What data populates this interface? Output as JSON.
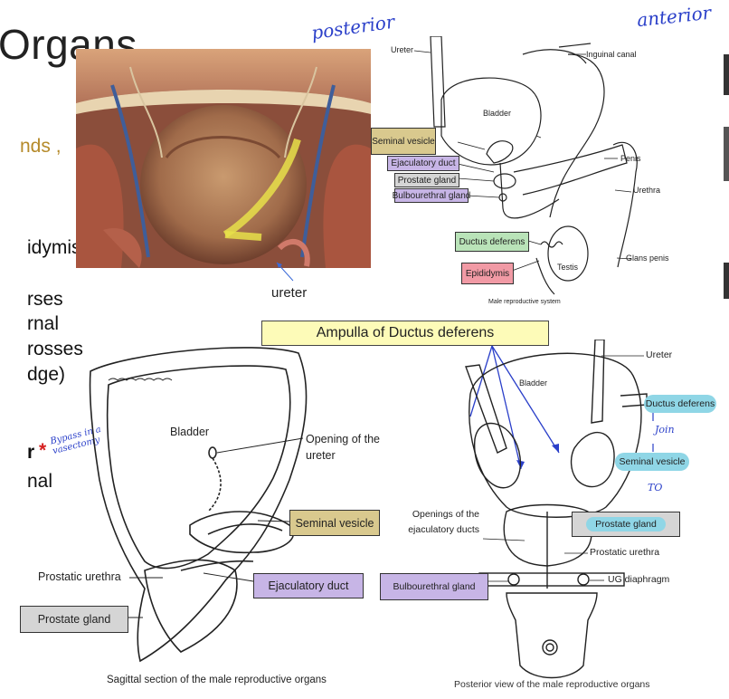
{
  "slide": {
    "title_fragment": "Organs",
    "text_fragments": [
      "nds ,",
      "idymis",
      "rses",
      "rnal",
      "rosses",
      "dge)",
      "r",
      "nal"
    ],
    "asterisk": "*"
  },
  "annotations": {
    "posterior": "posterior",
    "anterior": "anterior",
    "bypass": "Bypass in a vasectomy",
    "join": "Join",
    "to": "TO"
  },
  "photo": {
    "ureter_label": "ureter"
  },
  "top_diagram": {
    "labels": {
      "ureter": "Ureter",
      "inguinal_canal": "Inguinal canal",
      "bladder": "Bladder",
      "penis": "Penis",
      "urethra": "Urethra",
      "glans_penis": "Glans penis",
      "testis": "Testis"
    },
    "boxes": {
      "seminal_vesicle": "Seminal vesicle",
      "ejaculatory_duct": "Ejaculatory duct",
      "prostate_gland": "Prostate gland",
      "bulbourethral_gland": "Bulbourethral gland",
      "ductus_deferens": "Ductus deferens",
      "epididymis": "Epididymis"
    },
    "caption": "Male reproductive system"
  },
  "callout": {
    "ampulla": "Ampulla of Ductus deferens"
  },
  "left_diagram": {
    "labels": {
      "bladder": "Bladder",
      "opening_of_ureter": "Opening of the ureter",
      "prostatic_urethra": "Prostatic urethra"
    },
    "boxes": {
      "seminal_vesicle": "Seminal vesicle",
      "ejaculatory_duct": "Ejaculatory duct",
      "prostate_gland": "Prostate gland"
    },
    "caption": "Sagittal section of the male reproductive organs"
  },
  "right_diagram": {
    "labels": {
      "ureter": "Ureter",
      "bladder": "Bladder",
      "openings_of_ejaculatory_ducts": "Openings of the ejaculatory ducts",
      "prostatic_urethra": "Prostatic urethra",
      "ug_diaphragm": "UG diaphragm"
    },
    "boxes": {
      "ductus_deferens": "Ductus deferens",
      "seminal_vesicle": "Seminal vesicle",
      "prostate_gland": "Prostate gland",
      "bulbourethral_gland": "Bulbourethral gland"
    },
    "caption": "Posterior view of the male reproductive organs"
  },
  "colors": {
    "gold_box": "#d9c98e",
    "purple_box": "#c7b5e6",
    "gray_box": "#d5d5d5",
    "green_box": "#b9e3b8",
    "pink_box": "#f19aa5",
    "highlight_yellow": "#fdfbb8",
    "teal_highlight": "#8fd6e6",
    "ink_blue": "#2a3fc9"
  }
}
